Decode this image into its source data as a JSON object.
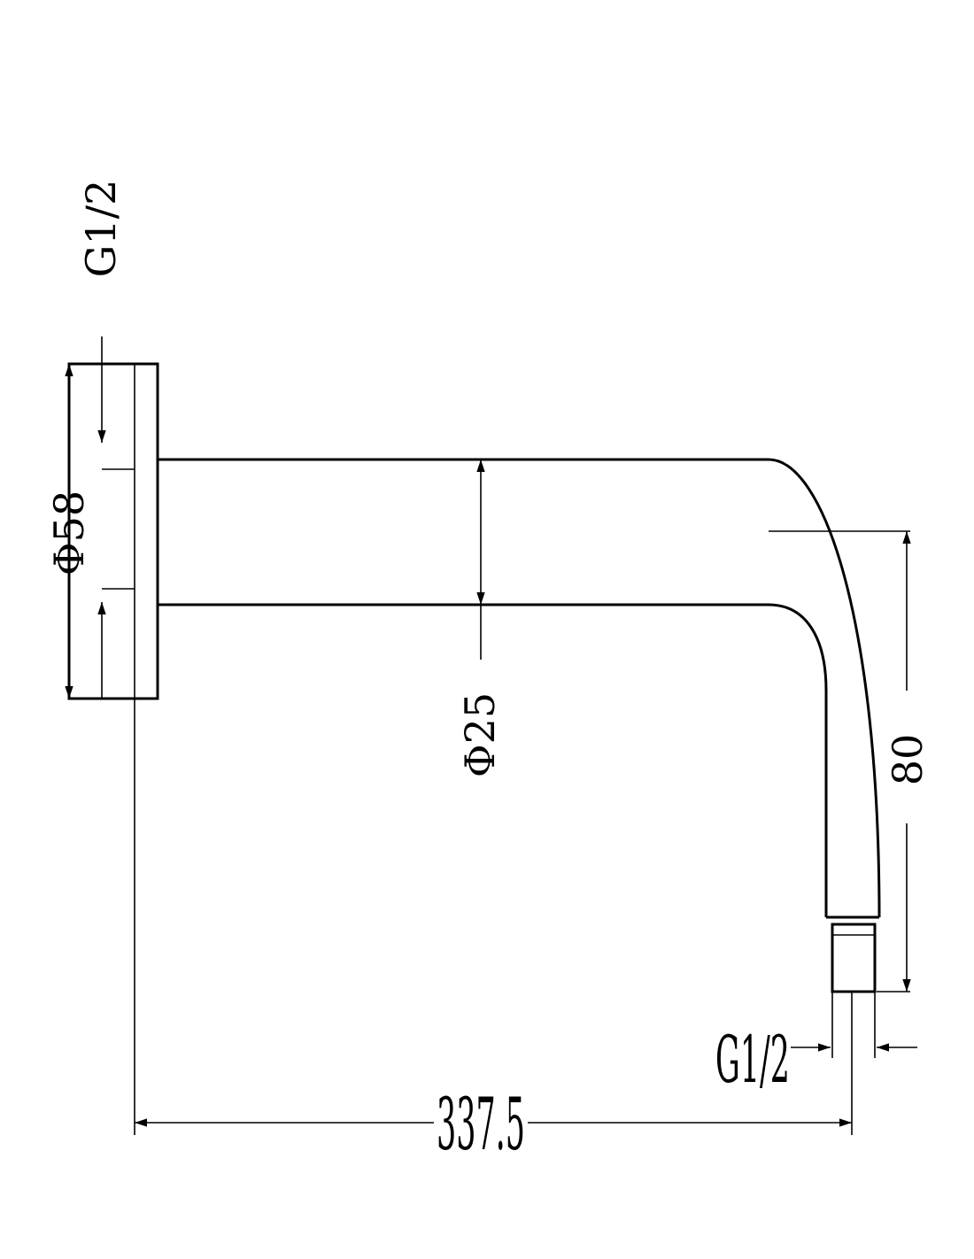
{
  "colors": {
    "line": "#000000",
    "background": "#ffffff"
  },
  "labels": {
    "thread_top": "G1/2",
    "flange_diameter": "Φ58",
    "arm_diameter": "Φ25",
    "drop_height": "80",
    "thread_outlet": "G1/2",
    "overall_length": "337.5"
  }
}
